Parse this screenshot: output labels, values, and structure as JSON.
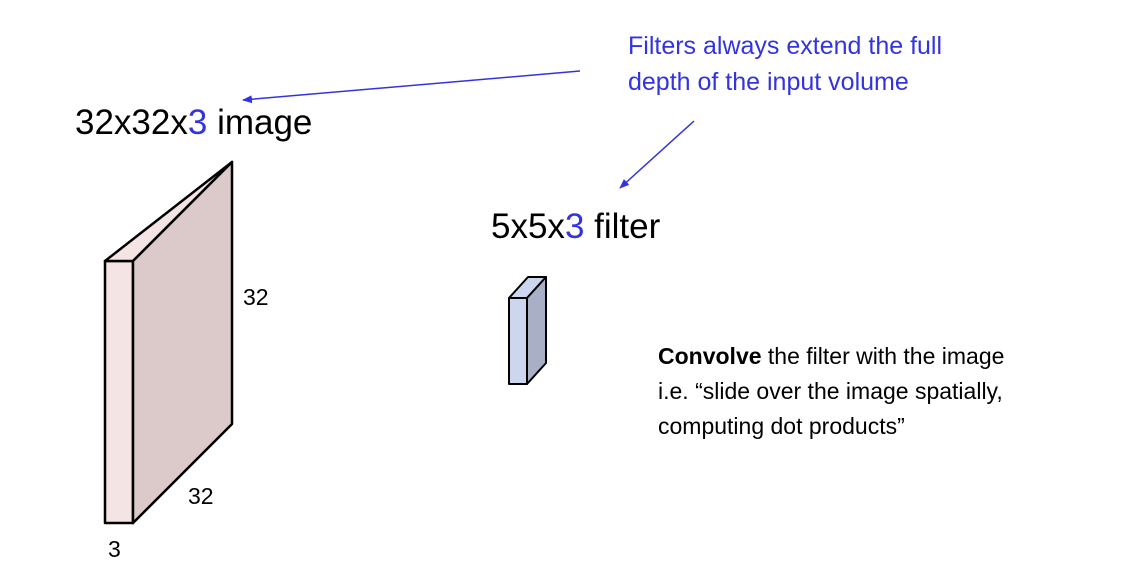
{
  "image_label": {
    "prefix": "32x32x",
    "depth": "3",
    "suffix": " image"
  },
  "filter_label": {
    "prefix": "5x5x",
    "depth": "3",
    "suffix": " filter"
  },
  "annotation": {
    "line1": "Filters always extend the full",
    "line2": "depth of the input volume"
  },
  "dimensions": {
    "height": "32",
    "width": "32",
    "depth": "3"
  },
  "description": {
    "bold": "Convolve",
    "line1_rest": " the filter with the image",
    "line2": "i.e. “slide over the image spatially,",
    "line3": "computing dot products”"
  },
  "colors": {
    "accent": "#3333e0",
    "volume_front": "#f4e4e4",
    "volume_side": "#dccaca",
    "filter_front": "#ccd6ee",
    "filter_side": "#a9b0c6"
  }
}
